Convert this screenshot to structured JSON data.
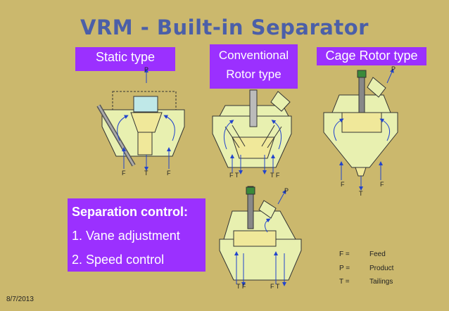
{
  "title": "VRM -  Built-in Separator",
  "static_label": "Static type",
  "conventional_label_1": "Conventional",
  "conventional_label_2": "Rotor type",
  "cage_label": "Cage Rotor type",
  "control": {
    "heading": "Separation control:",
    "item1": "1. Vane adjustment",
    "item2": "2. Speed control"
  },
  "legend": {
    "f_key": "F =",
    "f_val": "Feed",
    "p_key": "P =",
    "p_val": "Product",
    "t_key": "T =",
    "t_val": "Tailings"
  },
  "date": "8/7/2013",
  "diagram_labels": {
    "p": "P",
    "f": "F",
    "t": "T",
    "ft": "F T",
    "tf": "T F"
  },
  "colors": {
    "background": "#cbb86d",
    "title": "#4b5fa8",
    "box": "#9b30ff",
    "housing_fill": "#e8f0b0",
    "inner_fill": "#f0e89a",
    "arrow": "#2244cc"
  }
}
